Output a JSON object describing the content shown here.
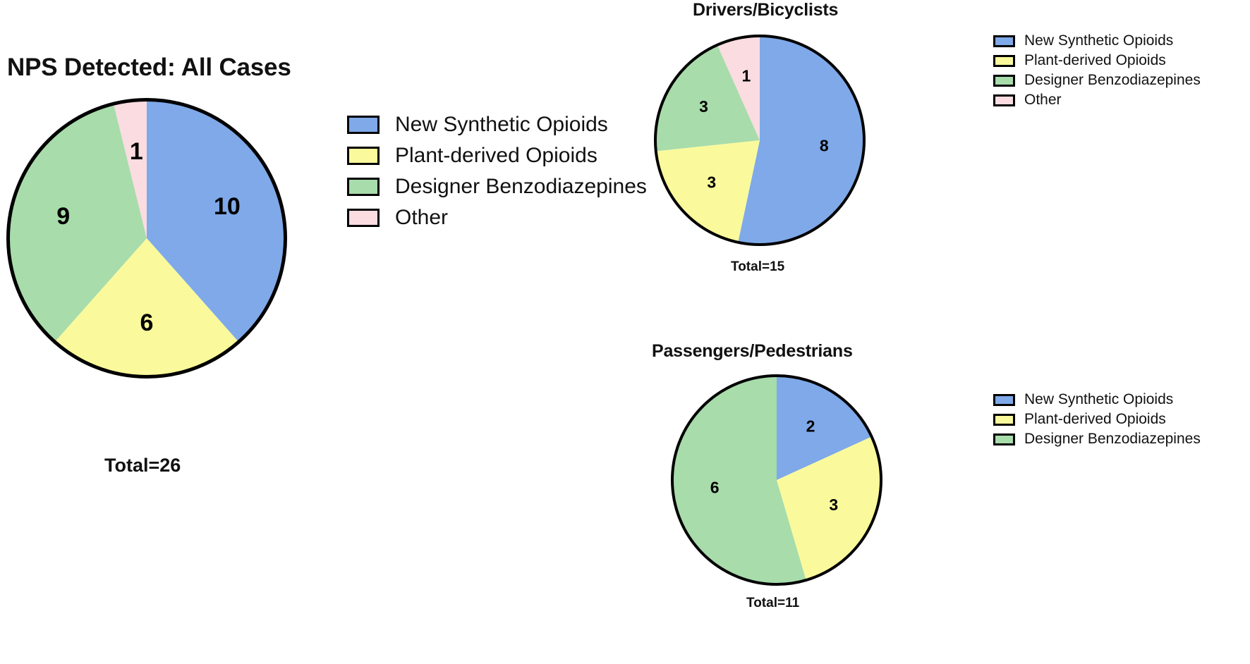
{
  "figure": {
    "background": "#ffffff",
    "slice_outline_color": "#000000",
    "text_color": "#111111"
  },
  "category_colors": {
    "New Synthetic Opioids": "#7fa9e8",
    "Plant-derived Opioids": "#fafa9c",
    "Designer Benzodiazepines": "#a8dcab",
    "Other": "#fadce1"
  },
  "panels": {
    "all_cases": {
      "title": "NPS Detected: All Cases",
      "total_label": "Total=26",
      "legend": [
        {
          "label": "New Synthetic Opioids",
          "color": "#7fa9e8"
        },
        {
          "label": "Plant-derived Opioids",
          "color": "#fafa9c"
        },
        {
          "label": "Designer Benzodiazepines",
          "color": "#a8dcab"
        },
        {
          "label": "Other",
          "color": "#fadce1"
        }
      ]
    },
    "drivers_bicyclists": {
      "title": "Drivers/Bicyclists",
      "total_label": "Total=15",
      "legend": [
        {
          "label": "New Synthetic Opioids",
          "color": "#7fa9e8"
        },
        {
          "label": "Plant-derived Opioids",
          "color": "#fafa9c"
        },
        {
          "label": "Designer Benzodiazepines",
          "color": "#a8dcab"
        },
        {
          "label": "Other",
          "color": "#fadce1"
        }
      ]
    },
    "passengers_pedestrians": {
      "title": "Passengers/Pedestrians",
      "total_label": "Total=11",
      "legend": [
        {
          "label": "New Synthetic Opioids",
          "color": "#7fa9e8"
        },
        {
          "label": "Plant-derived Opioids",
          "color": "#fafa9c"
        },
        {
          "label": "Designer Benzodiazepines",
          "color": "#a8dcab"
        }
      ]
    }
  },
  "chart_data": [
    {
      "type": "pie",
      "id": "all_cases",
      "title": "NPS Detected: All Cases",
      "total": 26,
      "total_label": "Total=26",
      "start_angle_deg": 0,
      "direction": "clockwise",
      "labels": [
        "New Synthetic Opioids",
        "Plant-derived Opioids",
        "Designer Benzodiazepines",
        "Other"
      ],
      "values": [
        10,
        6,
        9,
        1
      ],
      "colors": [
        "#7fa9e8",
        "#fafa9c",
        "#a8dcab",
        "#fadce1"
      ],
      "legend_position": "right",
      "data_labels": [
        "10",
        "6",
        "9",
        "1"
      ]
    },
    {
      "type": "pie",
      "id": "drivers_bicyclists",
      "title": "Drivers/Bicyclists",
      "total": 15,
      "total_label": "Total=15",
      "start_angle_deg": 0,
      "direction": "clockwise",
      "labels": [
        "New Synthetic Opioids",
        "Plant-derived Opioids",
        "Designer Benzodiazepines",
        "Other"
      ],
      "values": [
        8,
        3,
        3,
        1
      ],
      "colors": [
        "#7fa9e8",
        "#fafa9c",
        "#a8dcab",
        "#fadce1"
      ],
      "legend_position": "right",
      "data_labels": [
        "8",
        "3",
        "3",
        "1"
      ]
    },
    {
      "type": "pie",
      "id": "passengers_pedestrians",
      "title": "Passengers/Pedestrians",
      "total": 11,
      "total_label": "Total=11",
      "start_angle_deg": 0,
      "direction": "clockwise",
      "labels": [
        "New Synthetic Opioids",
        "Plant-derived Opioids",
        "Designer Benzodiazepines"
      ],
      "values": [
        2,
        3,
        6
      ],
      "colors": [
        "#7fa9e8",
        "#fafa9c",
        "#a8dcab"
      ],
      "legend_position": "right",
      "data_labels": [
        "2",
        "3",
        "6"
      ]
    }
  ]
}
